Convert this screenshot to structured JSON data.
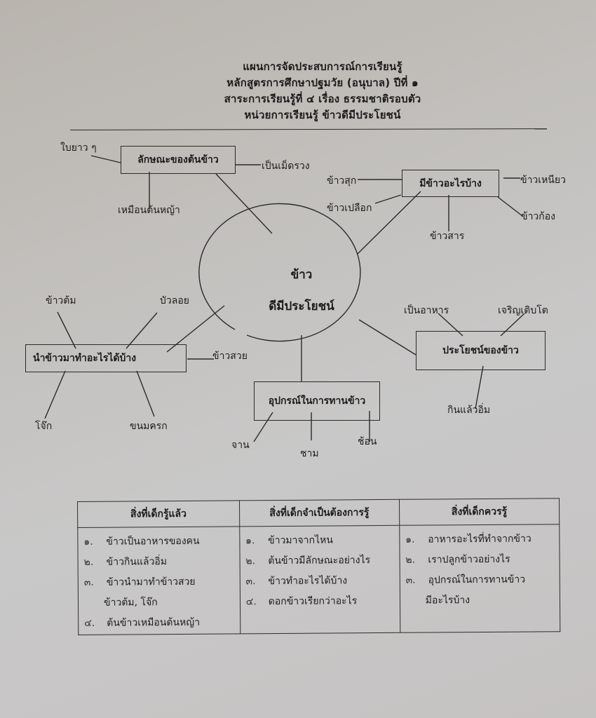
{
  "header": {
    "line1": "แผนการจัดประสบการณ์การเรียนรู้",
    "line2": "หลักสูตรการศึกษาปฐมวัย (อนุบาล) ปีที่ ๑",
    "line3": "สาระการเรียนรู้ที่ ๔   เรื่อง ธรรมชาติรอบตัว",
    "line4": "หน่วยการเรียนรู้  ข้าวดีมีประโยชน์"
  },
  "mindmap": {
    "center": {
      "line1": "ข้าว",
      "line2": "ดีมีประโยชน์"
    },
    "branches": {
      "characteristics": {
        "title": "ลักษณะของต้นข้าว",
        "leaves": [
          "ใบยาว ๆ",
          "เป็นเม็ดรวง",
          "เหมือนต้นหญ้า"
        ]
      },
      "types": {
        "title": "มีข้าวอะไรบ้าง",
        "leaves": [
          "ข้าวสุก",
          "ข้าวเปลือก",
          "ข้าวสาร",
          "ข้าวเหนียว",
          "ข้าวก้อง"
        ]
      },
      "uses": {
        "title": "นำข้าวมาทำอะไรได้บ้าง",
        "leaves": [
          "ข้าวต้ม",
          "บัวลอย",
          "ข้าวสวย",
          "โจ๊ก",
          "ขนมครก"
        ]
      },
      "utensils": {
        "title": "อุปกรณ์ในการทานข้าว",
        "leaves": [
          "จาน",
          "ชาม",
          "ช้อน"
        ]
      },
      "benefits": {
        "title": "ประโยชน์ของข้าว",
        "leaves": [
          "เป็นอาหาร",
          "เจริญเติบโต",
          "กินแล้วอิ่ม"
        ]
      }
    }
  },
  "table": {
    "headers": [
      "สิ่งที่เด็กรู้แล้ว",
      "สิ่งที่เด็กจำเป็นต้องการรู้",
      "สิ่งที่เด็กควรรู้"
    ],
    "columns": [
      [
        {
          "num": "๑.",
          "text": "ข้าวเป็นอาหารของคน"
        },
        {
          "num": "๒.",
          "text": "ข้าวกินแล้วอิ่ม"
        },
        {
          "num": "๓.",
          "text": "ข้าวนำมาทำข้าวสวย",
          "cont": "ข้าวต้ม, โจ๊ก"
        },
        {
          "num": "๔.",
          "text": "ต้นข้าวเหมือนต้นหญ้า"
        }
      ],
      [
        {
          "num": "๑.",
          "text": "ข้าวมาจากไหน"
        },
        {
          "num": "๒.",
          "text": "ต้นข้าวมีลักษณะอย่างไร"
        },
        {
          "num": "๓.",
          "text": "ข้าวทำอะไรได้บ้าง"
        },
        {
          "num": "๔.",
          "text": "ดอกข้าวเรียกว่าอะไร"
        }
      ],
      [
        {
          "num": "๑.",
          "text": "อาหารอะไรที่ทำจากข้าว"
        },
        {
          "num": "๒.",
          "text": "เราปลูกข้าวอย่างไร"
        },
        {
          "num": "๓.",
          "text": "อุปกรณ์ในการทานข้าว",
          "cont": "มีอะไรบ้าง"
        }
      ]
    ]
  }
}
